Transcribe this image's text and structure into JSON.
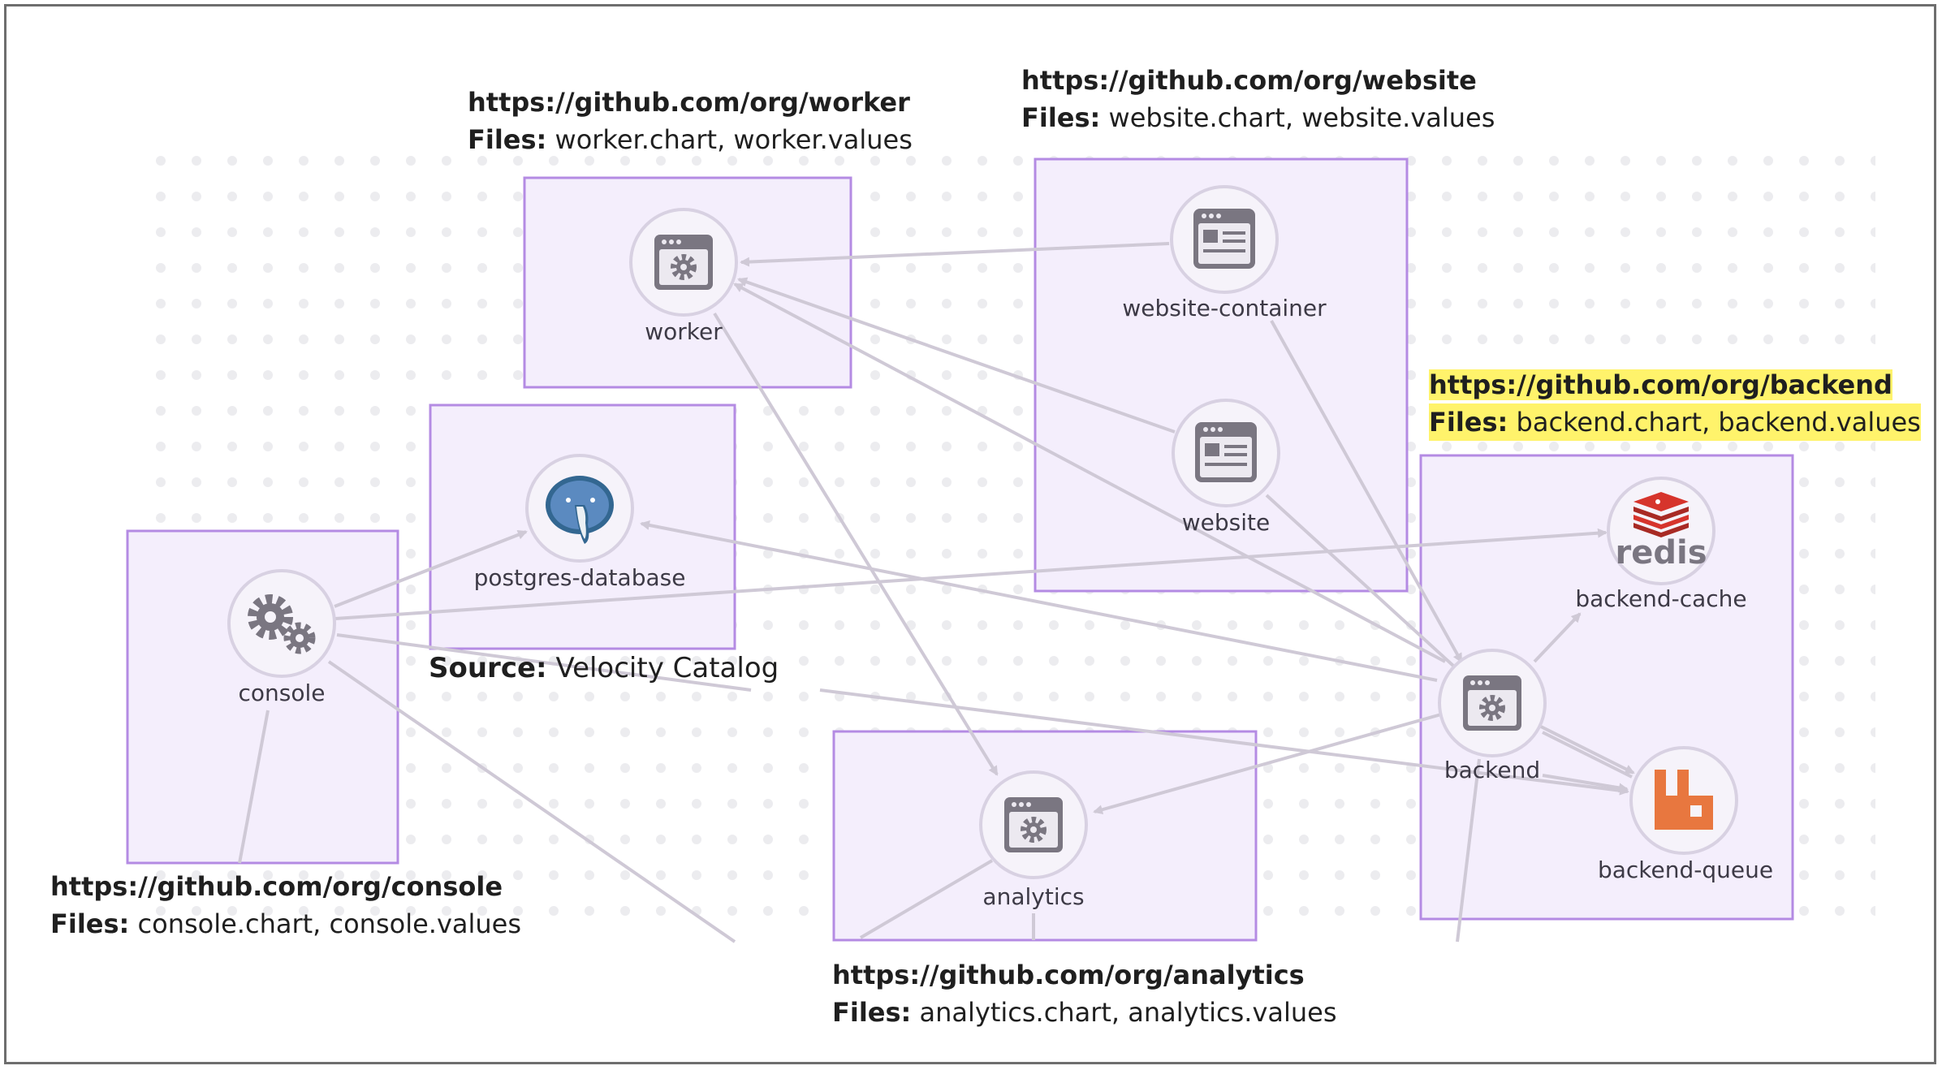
{
  "colors": {
    "group_border": "#b48be3",
    "group_fill": "#f3ecfd",
    "edge": "#cfc9d6",
    "node_ring": "#d8d1e2",
    "icon_grey": "#7a7681",
    "highlight": "#fff36b",
    "redis_red": "#d6342c",
    "queue_orange": "#e8773f",
    "postgres_blue": "#336791"
  },
  "nodes": {
    "worker": {
      "label": "worker",
      "icon": "app-gear-icon"
    },
    "website_container": {
      "label": "website-container",
      "icon": "web-page-icon"
    },
    "website": {
      "label": "website",
      "icon": "web-page-icon"
    },
    "postgres": {
      "label": "postgres-database",
      "icon": "postgres-elephant-icon"
    },
    "console": {
      "label": "console",
      "icon": "gears-icon"
    },
    "backend": {
      "label": "backend",
      "icon": "app-gear-icon"
    },
    "backend_cache": {
      "label": "backend-cache",
      "icon": "redis-icon",
      "logo_text": "redis"
    },
    "backend_queue": {
      "label": "backend-queue",
      "icon": "rabbitmq-icon"
    },
    "analytics": {
      "label": "analytics",
      "icon": "app-gear-icon"
    }
  },
  "repos": {
    "worker": {
      "url": "https://github.com/org/worker",
      "files_key": "Files:",
      "files": "worker.chart, worker.values"
    },
    "website": {
      "url": "https://github.com/org/website",
      "files_key": "Files:",
      "files": "website.chart, website.values"
    },
    "backend": {
      "url": "https://github.com/org/backend",
      "files_key": "Files:",
      "files": "backend.chart, backend.values",
      "highlighted": true
    },
    "console": {
      "url": "https://github.com/org/console",
      "files_key": "Files:",
      "files": "console.chart, console.values"
    },
    "analytics": {
      "url": "https://github.com/org/analytics",
      "files_key": "Files:",
      "files": "analytics.chart, analytics.values"
    }
  },
  "source": {
    "key": "Source:",
    "value": "Velocity Catalog"
  },
  "edges": [
    {
      "from": "website-container",
      "to": "worker",
      "arrow": true
    },
    {
      "from": "website",
      "to": "worker",
      "arrow": true
    },
    {
      "from": "backend",
      "to": "worker",
      "arrow": true
    },
    {
      "from": "worker",
      "to": "analytics",
      "arrow": true
    },
    {
      "from": "website-container",
      "to": "backend",
      "arrow": true
    },
    {
      "from": "website",
      "to": "backend",
      "arrow": false
    },
    {
      "from": "console",
      "to": "postgres-database",
      "arrow": true
    },
    {
      "from": "console",
      "to": "backend-cache",
      "arrow": true
    },
    {
      "from": "console",
      "to": "backend-queue",
      "arrow": true
    },
    {
      "from": "backend",
      "to": "postgres-database",
      "arrow": true
    },
    {
      "from": "backend",
      "to": "backend-cache",
      "arrow": true
    },
    {
      "from": "backend",
      "to": "backend-queue",
      "arrow": true
    },
    {
      "from": "backend",
      "to": "analytics",
      "arrow": true
    }
  ]
}
